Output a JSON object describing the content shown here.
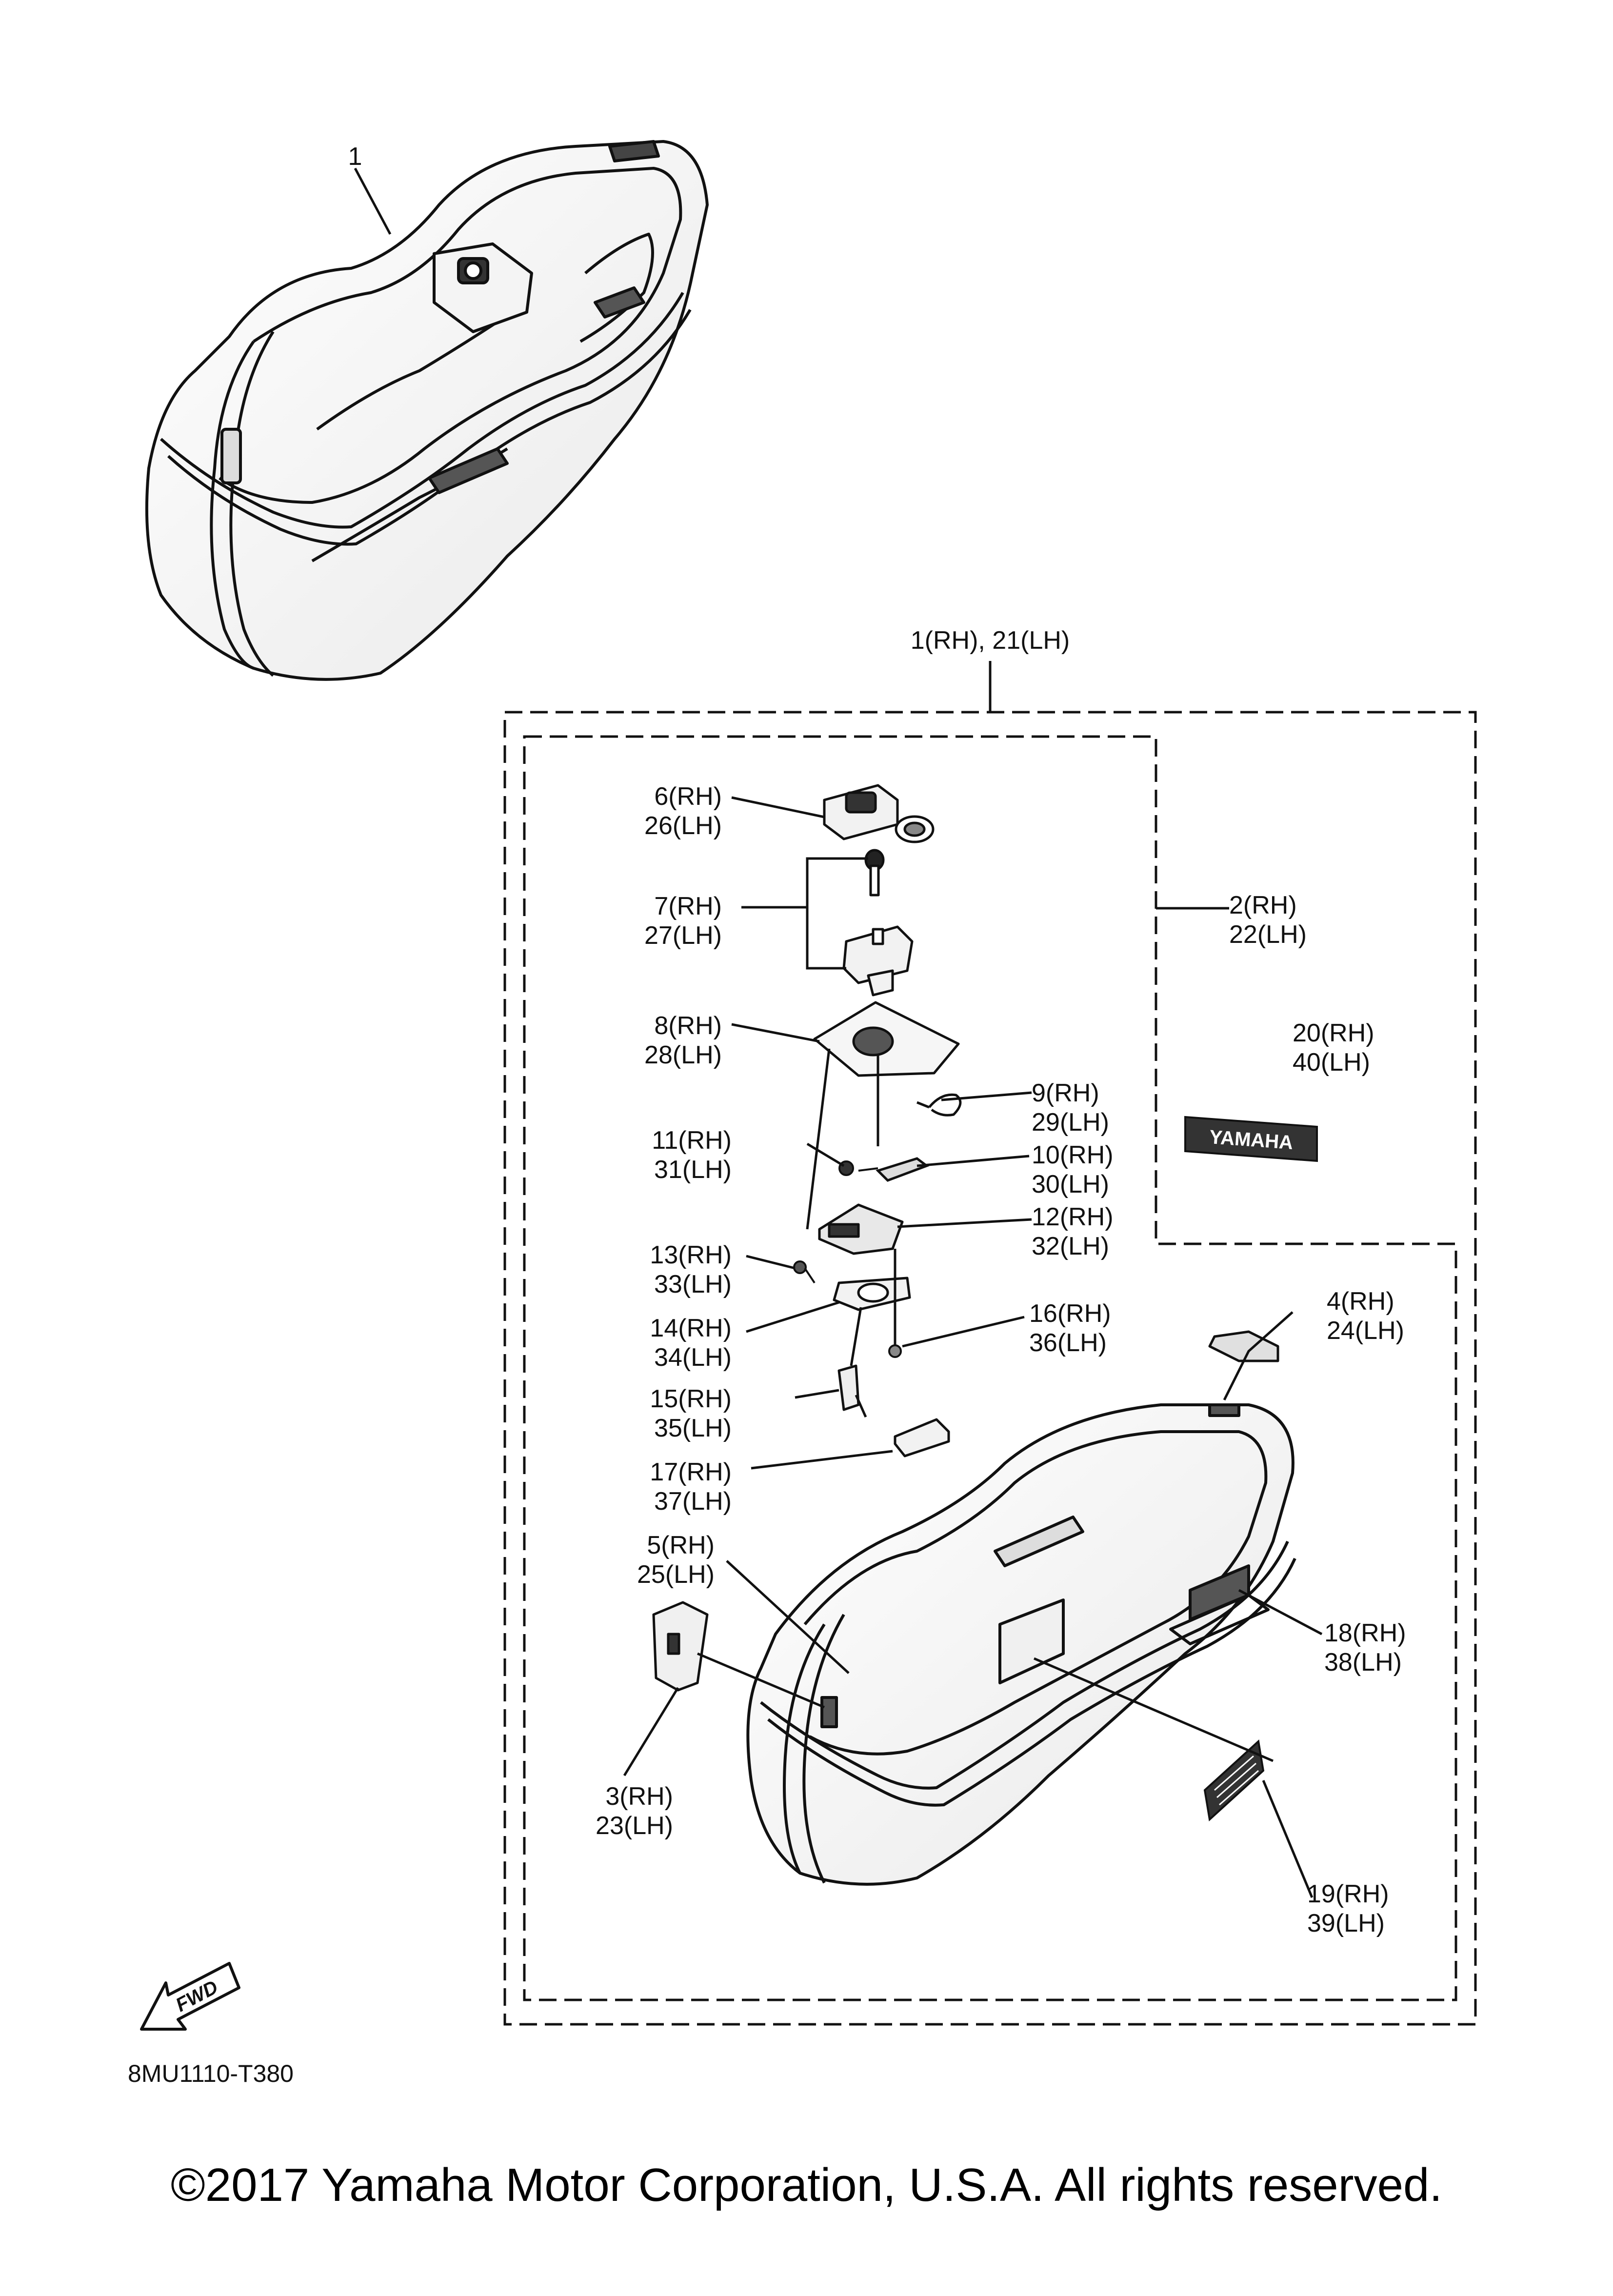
{
  "callouts": {
    "c1": "1",
    "assembly": "1(RH), 21(LH)",
    "c2": [
      "2(RH)",
      "22(LH)"
    ],
    "c3": [
      "3(RH)",
      "23(LH)"
    ],
    "c4": [
      "4(RH)",
      "24(LH)"
    ],
    "c5": [
      "5(RH)",
      "25(LH)"
    ],
    "c6": [
      "6(RH)",
      "26(LH)"
    ],
    "c7": [
      "7(RH)",
      "27(LH)"
    ],
    "c8": [
      "8(RH)",
      "28(LH)"
    ],
    "c9": [
      "9(RH)",
      "29(LH)"
    ],
    "c10": [
      "10(RH)",
      "30(LH)"
    ],
    "c11": [
      "11(RH)",
      "31(LH)"
    ],
    "c12": [
      "12(RH)",
      "32(LH)"
    ],
    "c13": [
      "13(RH)",
      "33(LH)"
    ],
    "c14": [
      "14(RH)",
      "34(LH)"
    ],
    "c15": [
      "15(RH)",
      "35(LH)"
    ],
    "c16": [
      "16(RH)",
      "36(LH)"
    ],
    "c17": [
      "17(RH)",
      "37(LH)"
    ],
    "c18": [
      "18(RH)",
      "38(LH)"
    ],
    "c19": [
      "19(RH)",
      "39(LH)"
    ],
    "c20": [
      "20(RH)",
      "40(LH)"
    ]
  },
  "emblem_text": "YAMAHA",
  "fwd_arrow_text": "FWD",
  "diagram_code": "8MU1110-T380",
  "copyright": "©2017 Yamaha Motor Corporation, U.S.A. All rights reserved."
}
